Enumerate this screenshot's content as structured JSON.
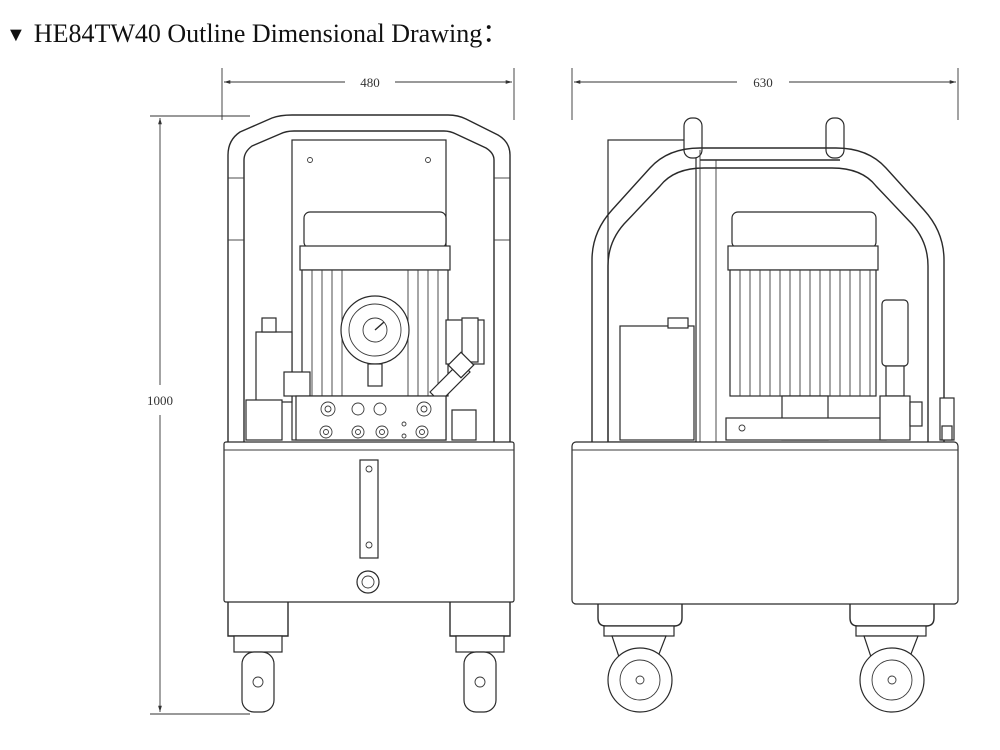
{
  "title": {
    "marker": "▼",
    "text": "HE84TW40 Outline Dimensional Drawing："
  },
  "dimensions": {
    "front_width": "480",
    "side_width": "630",
    "height": "1000"
  }
}
